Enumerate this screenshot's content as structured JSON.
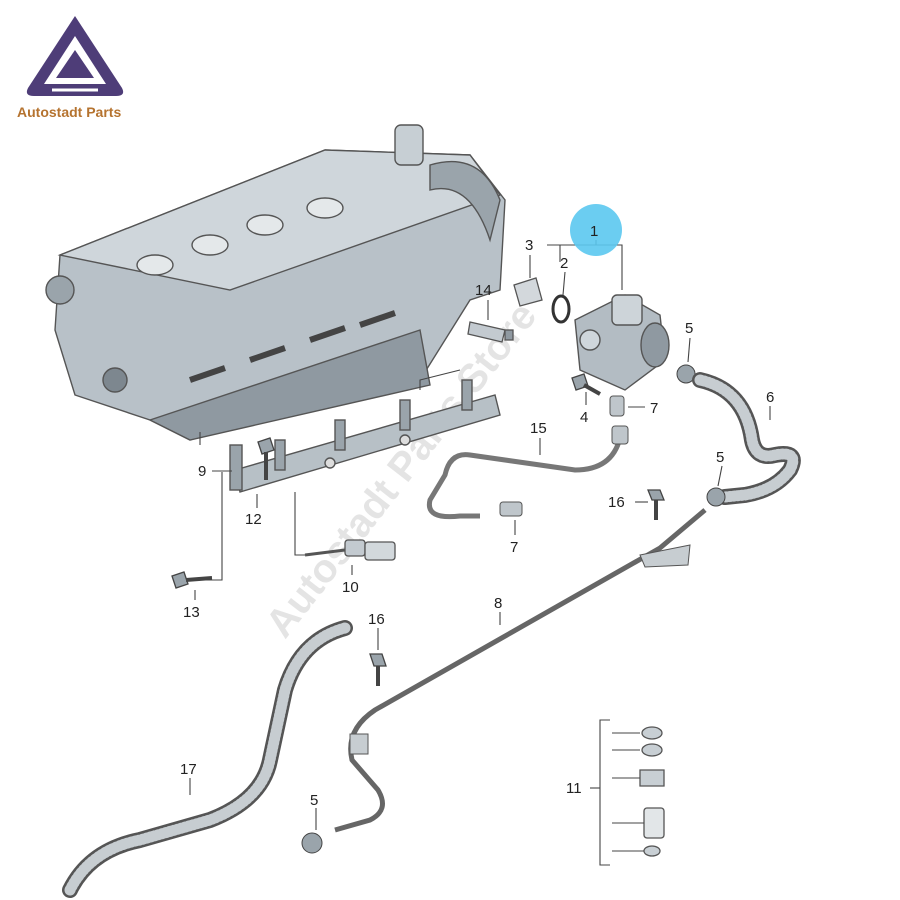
{
  "brand": {
    "name": "Autostadt Parts",
    "watermark": "Autostadt Parts Store",
    "logo_color": "#4e3d78",
    "text_color": "#b5732f"
  },
  "highlight_color": "#5bc8f0",
  "callouts": {
    "c1": "1",
    "c2": "2",
    "c3": "3",
    "c4": "4",
    "c5a": "5",
    "c5b": "5",
    "c5c": "5",
    "c6": "6",
    "c7a": "7",
    "c7b": "7",
    "c8": "8",
    "c9": "9",
    "c10": "10",
    "c11": "11",
    "c12": "12",
    "c13": "13",
    "c14": "14",
    "c15": "15",
    "c16a": "16",
    "c16b": "16",
    "c17": "17"
  }
}
